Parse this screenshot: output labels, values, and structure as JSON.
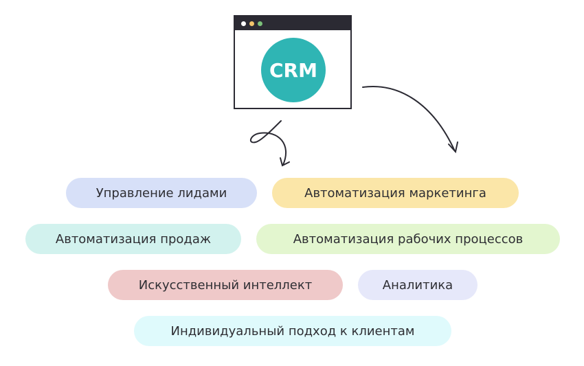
{
  "crm": {
    "label": "CRM",
    "colors": {
      "circle": "#2fb5b4",
      "frame": "#2b2a33"
    }
  },
  "features": [
    {
      "label": "Управление лидами",
      "color": "#d7e0f8"
    },
    {
      "label": "Автоматизация маркетинга",
      "color": "#fbe6a8"
    },
    {
      "label": "Автоматизация продаж",
      "color": "#d2f2ee"
    },
    {
      "label": "Автоматизация рабочих процессов",
      "color": "#e3f6cf"
    },
    {
      "label": "Искусственный интеллект",
      "color": "#efc9c9"
    },
    {
      "label": "Аналитика",
      "color": "#e6e8fa"
    },
    {
      "label": "Индивидуальный подход к клиентам",
      "color": "#dffafc"
    }
  ]
}
